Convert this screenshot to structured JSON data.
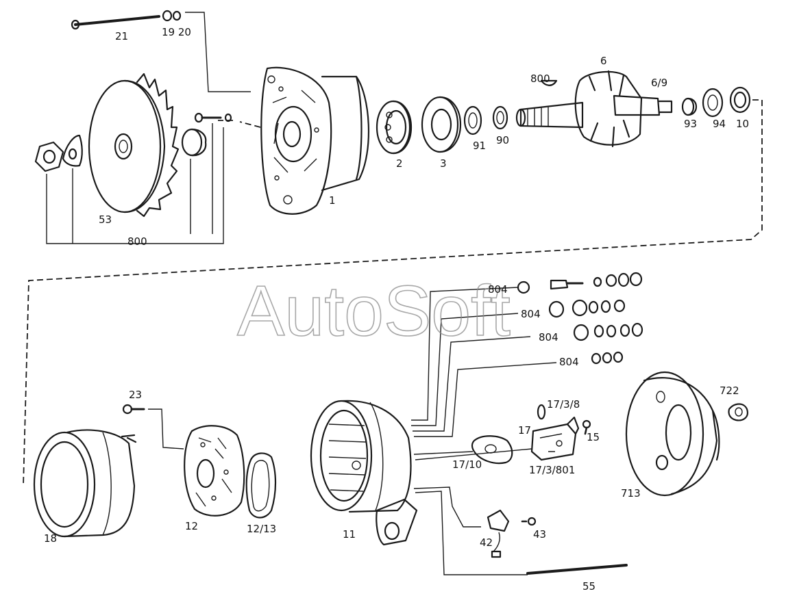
{
  "watermark": "AutoSoft",
  "labels": {
    "l21": "21",
    "l1920": "19 20",
    "l53": "53",
    "l800a": "800",
    "l1": "1",
    "l2": "2",
    "l3": "3",
    "l91": "91",
    "l90": "90",
    "l800b": "800",
    "l6": "6",
    "l69": "6/9",
    "l93": "93",
    "l94": "94",
    "l10": "10",
    "l804a": "804",
    "l804b": "804",
    "l804c": "804",
    "l804d": "804",
    "l23": "23",
    "l17318": "17/3/8",
    "l17": "17",
    "l15": "15",
    "l722": "722",
    "l1710": "17/10",
    "l173801": "17/3/801",
    "l18": "18",
    "l12": "12",
    "l1213": "12/13",
    "l11": "11",
    "l713": "713",
    "l42": "42",
    "l43": "43",
    "l55": "55"
  }
}
